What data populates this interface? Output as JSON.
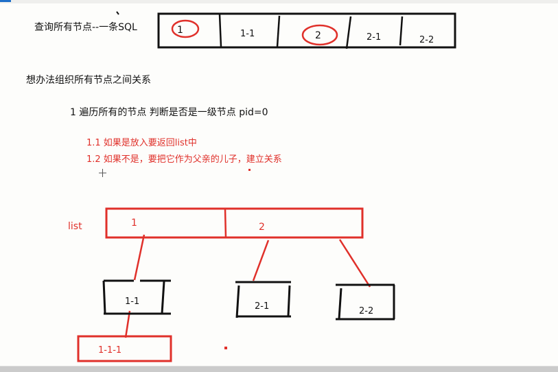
{
  "colors": {
    "ink": "#111111",
    "red": "#e0302a",
    "background": "#fdfdfb",
    "accent": "#1f6fc9"
  },
  "header_note": {
    "label": "查询所有节点--一条SQL"
  },
  "flat_row": {
    "cells": [
      "1",
      "1-1",
      "2",
      "2-1",
      "2-2"
    ],
    "circled": [
      "1",
      "2"
    ]
  },
  "section_title": "想办法组织所有节点之间关系",
  "steps": {
    "step1": "1 遍历所有的节点  判断是否是一级节点  pid=0",
    "step1_1": "1.1 如果是放入要返回list中",
    "step1_2": "1.2 如果不是，要把它作为父亲的儿子，建立关系"
  },
  "tree": {
    "list_label": "list",
    "list_items": [
      "1",
      "2"
    ],
    "children_of_1": [
      "1-1"
    ],
    "children_of_2": [
      "2-1",
      "2-2"
    ],
    "children_of_1_1": [
      "1-1-1"
    ]
  }
}
